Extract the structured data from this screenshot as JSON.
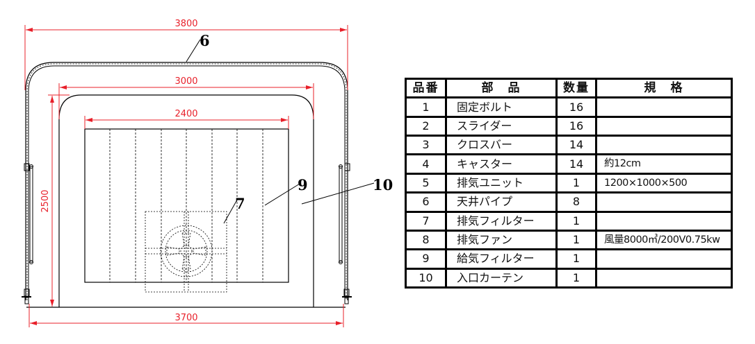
{
  "drawing": {
    "dimensions": {
      "outer_width": "3800",
      "frame_width": "3000",
      "filter_width": "2400",
      "height": "2500",
      "base_width": "3700"
    },
    "callouts": [
      "6",
      "7",
      "9",
      "10"
    ],
    "colors": {
      "dimension": "#e8202a",
      "line": "#000000"
    }
  },
  "table": {
    "headers": [
      "品番",
      "部　品",
      "数量",
      "規　格"
    ],
    "rows": [
      {
        "no": "1",
        "part": "固定ボルト",
        "qty": "16",
        "spec": ""
      },
      {
        "no": "2",
        "part": "スライダー",
        "qty": "16",
        "spec": ""
      },
      {
        "no": "3",
        "part": "クロスバー",
        "qty": "14",
        "spec": ""
      },
      {
        "no": "4",
        "part": "キャスター",
        "qty": "14",
        "spec": "約12cm"
      },
      {
        "no": "5",
        "part": "排気ユニット",
        "qty": "1",
        "spec": "1200×1000×500"
      },
      {
        "no": "6",
        "part": "天井パイプ",
        "qty": "8",
        "spec": ""
      },
      {
        "no": "7",
        "part": "排気フィルター",
        "qty": "1",
        "spec": ""
      },
      {
        "no": "8",
        "part": "排気ファン",
        "qty": "1",
        "spec": "風量8000㎥/200V0.75kw"
      },
      {
        "no": "9",
        "part": "給気フィルター",
        "qty": "1",
        "spec": ""
      },
      {
        "no": "10",
        "part": "入口カーテン",
        "qty": "1",
        "spec": ""
      }
    ]
  }
}
